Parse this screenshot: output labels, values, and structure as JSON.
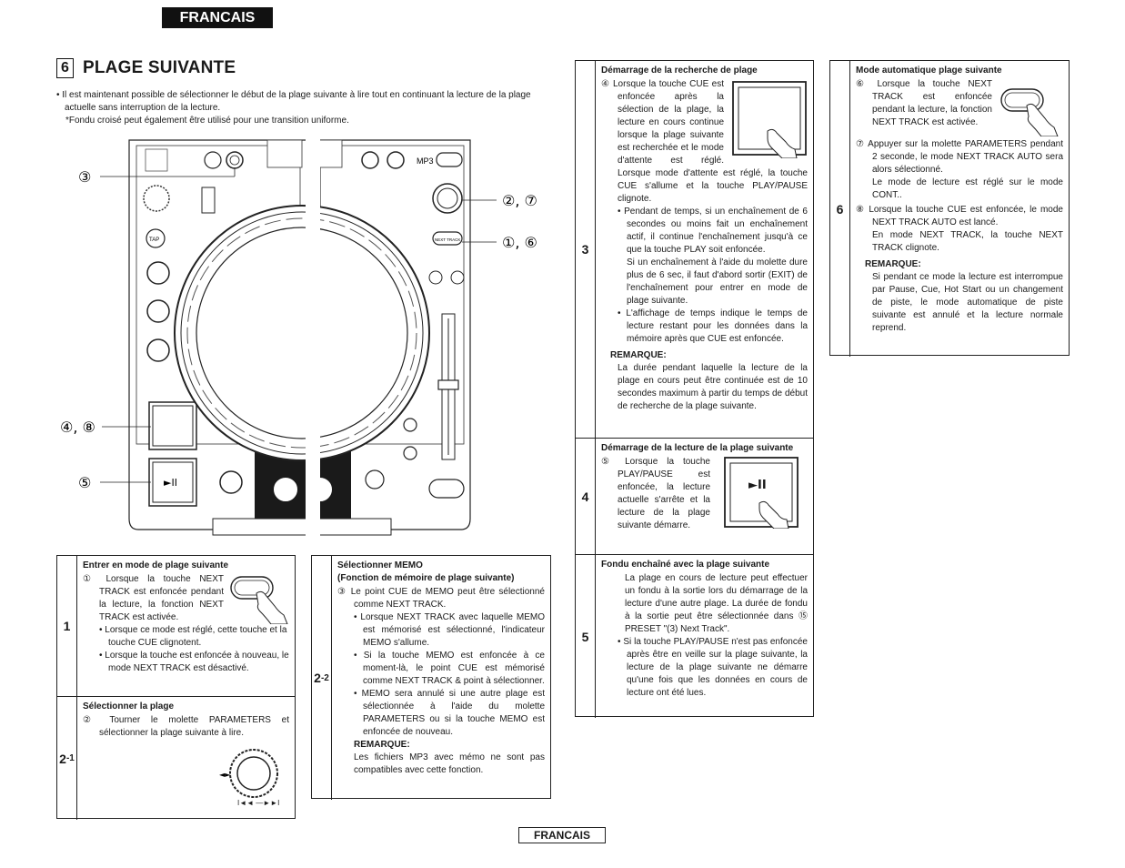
{
  "header": {
    "language": "FRANCAIS"
  },
  "section": {
    "number": "6",
    "title": "PLAGE SUIVANTE"
  },
  "intro": {
    "line1": "• Il est maintenant possible de sélectionner le début de la plage suivante à lire tout en continuant la lecture de la plage actuelle sans interruption de la lecture.",
    "line2": "*Fondu croisé peut également être utilisé pour une transition uniforme."
  },
  "diagram": {
    "callout_3": "③",
    "callout_2_7": "②, ⑦",
    "callout_1_6": "①, ⑥",
    "callout_4_8": "④, ⑧",
    "callout_5": "⑤",
    "mp3_label": "MP3",
    "tap_label": "TAP",
    "next_track_label": "NEXT TRACK",
    "play_pause_symbol": "►II"
  },
  "steps_left": [
    {
      "number": "1",
      "heading": "Entrer en mode de plage suivante",
      "p1": "① Lorsque la touche NEXT TRACK est enfoncée pendant la lecture, la fonction NEXT TRACK est activée.",
      "b1": "• Lorsque ce mode est réglé, cette touche et la touche CUE clignotent.",
      "b2": "• Lorsque la touche est enfoncée à nouveau, le mode NEXT TRACK est désactivé."
    },
    {
      "number": "2",
      "number_sub": "-1",
      "heading": "Sélectionner la plage",
      "p1": "② Tourner le molette PARAMETERS et sélectionner la plage suivante à lire.",
      "dial_label": "I◄◄ —►►I"
    }
  ],
  "step_mid": {
    "number": "2",
    "number_sub": "-2",
    "heading1": "Sélectionner MEMO",
    "heading2": "(Fonction de mémoire de plage suivante)",
    "p1": "③ Le point CUE de MEMO peut être sélectionné comme NEXT TRACK.",
    "b1": "• Lorsque NEXT TRACK avec laquelle MEMO est mémorisé est sélectionné, l'indicateur MEMO s'allume.",
    "b2": "• Si la touche MEMO est enfoncée à ce moment-là, le point CUE est mémorisé comme NEXT TRACK & point à sélectionner.",
    "b3": "• MEMO sera annulé si une autre plage est sélectionnée à l'aide du molette PARAMETERS ou si la touche MEMO est enfoncée de nouveau.",
    "remark_label": "REMARQUE:",
    "remark": "Les fichiers MP3 avec mémo ne sont pas compatibles avec cette fonction."
  },
  "steps_right": [
    {
      "number": "3",
      "heading": "Démarrage de la recherche de plage",
      "p1": "④ Lorsque la touche CUE est enfoncée après la sélection de la plage, la lecture en cours continue lorsque la plage suivante est recherchée et le mode d'attente est réglé. Lorsque mode d'attente est réglé, la touche CUE s'allume et la touche PLAY/PAUSE clignote.",
      "b1": "• Pendant de temps, si un enchaînement de 6 secondes ou moins fait un enchaînement actif, il continue l'enchaînement jusqu'à ce que la touche PLAY soit enfoncée.",
      "b1b": "Si un enchaînement à l'aide du molette dure plus de 6 sec, il faut d'abord sortir (EXIT) de l'enchaînement pour entrer en mode de plage suivante.",
      "b2": "• L'affichage de temps indique le temps de lecture restant pour les données dans la mémoire après que CUE est enfoncée.",
      "remark_label": "REMARQUE:",
      "remark": "La durée pendant laquelle la lecture de la plage en cours peut être continuée est de 10 secondes maximum à partir du temps de début de recherche de la plage suivante."
    },
    {
      "number": "4",
      "heading": "Démarrage de la lecture de la plage suivante",
      "p1": "⑤ Lorsque la touche PLAY/PAUSE est enfoncée, la lecture actuelle s'arrête et la lecture de la plage suivante démarre.",
      "play_symbol": "►II"
    },
    {
      "number": "5",
      "heading": "Fondu enchaîné avec la plage suivante",
      "p1": "La plage en cours de lecture peut effectuer un fondu à la sortie lors du démarrage de la lecture d'une autre plage. La durée de fondu à la sortie peut être sélectionnée dans ⑮ PRESET \"(3) Next Track\".",
      "b1": "• Si la touche PLAY/PAUSE n'est pas enfoncée après être en veille sur la plage suivante, la lecture de la plage suivante ne démarre qu'une fois que les données en cours de lecture ont été lues."
    }
  ],
  "step_far": {
    "number": "6",
    "heading": "Mode automatique plage suivante",
    "p1": "⑥ Lorsque la touche NEXT TRACK est enfoncée pendant la lecture, la fonction NEXT TRACK est activée.",
    "p2": "⑦ Appuyer sur la molette PARAMETERS pendant 2 seconde, le mode NEXT TRACK AUTO sera alors sélectionné.",
    "p2b": "Le mode de lecture est réglé sur le mode CONT..",
    "p3": "⑧ Lorsque la touche CUE est enfoncée, le mode NEXT TRACK AUTO est lancé.",
    "p3b": "En mode NEXT TRACK, la touche NEXT TRACK clignote.",
    "remark_label": "REMARQUE:",
    "remark": "Si pendant ce mode la lecture est interrompue par Pause, Cue, Hot Start ou un changement de piste, le mode automatique de piste suivante est annulé et la lecture normale reprend."
  },
  "footer": {
    "language": "FRANCAIS"
  }
}
